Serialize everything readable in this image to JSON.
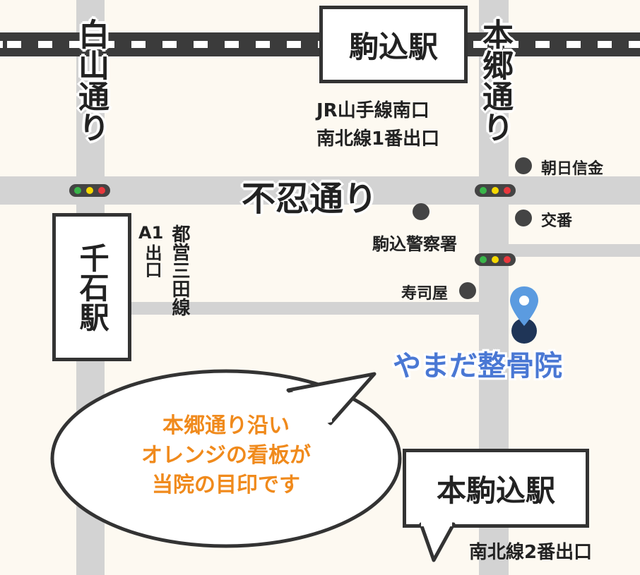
{
  "roads": {
    "hakusan": "白山通り",
    "hongo": "本郷通り",
    "shinobazu": "不忍通り"
  },
  "stations": {
    "komagome": {
      "name": "駒込駅",
      "exits": [
        "JR山手線南口",
        "南北線1番出口"
      ]
    },
    "sengoku": {
      "name": "千石駅",
      "exit_code": "A1",
      "exit_word": "出口",
      "line": "都営三田線"
    },
    "honkomagome": {
      "name": "本駒込駅",
      "exit": "南北線2番出口"
    }
  },
  "landmarks": {
    "asahi_shinkin": "朝日信金",
    "koban": "交番",
    "police": "駒込警察署",
    "sushi": "寿司屋"
  },
  "clinic": {
    "name": "やまだ整骨院",
    "pin_color": "#5b9be0"
  },
  "callout": {
    "lines": [
      "本郷通り沿い",
      "オレンジの看板が",
      "当院の目印です"
    ],
    "text_color": "#f08a1c"
  },
  "colors": {
    "background": "#fdf9f1",
    "road": "#d3d3d3",
    "rail": "#3b3b3b",
    "clinic_text": "#4a78d4"
  },
  "traffic_signal_colors": [
    "#39b54a",
    "#f5d800",
    "#e8383d"
  ]
}
